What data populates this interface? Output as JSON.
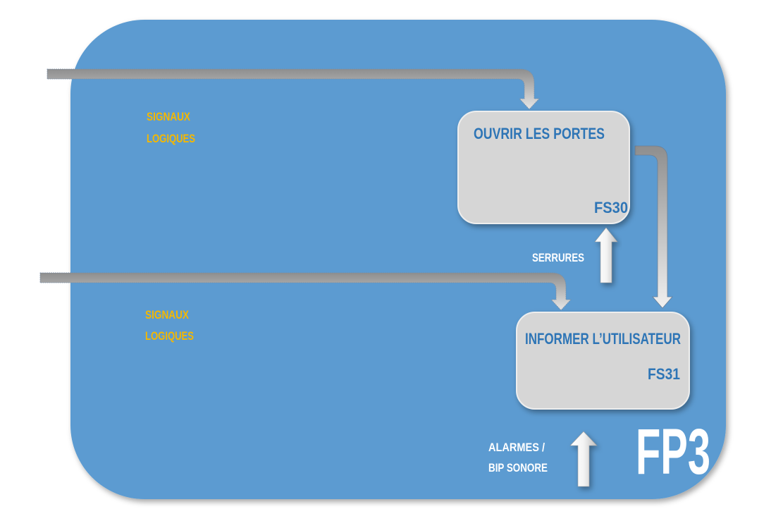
{
  "diagram": {
    "block_label": "FP3",
    "functions": [
      {
        "title": "OUVRIR LES PORTES",
        "code": "FS30"
      },
      {
        "title": "INFORMER L’UTILISATEUR",
        "code": "FS31"
      }
    ],
    "inputs": [
      {
        "line1": "SIGNAUX",
        "line2": "LOGIQUES"
      },
      {
        "line1": "SIGNAUX",
        "line2": "LOGIQUES"
      }
    ],
    "outputs": {
      "serrures": "SERRURES",
      "alarmes_line1": "ALARMES /",
      "alarmes_line2": "BIP SONORE"
    },
    "colors": {
      "block": "#5b9bd1",
      "box": "#d6d6d6",
      "box_text": "#2e75b6",
      "input_text": "#f5b800",
      "output_text": "#ffffff"
    }
  }
}
